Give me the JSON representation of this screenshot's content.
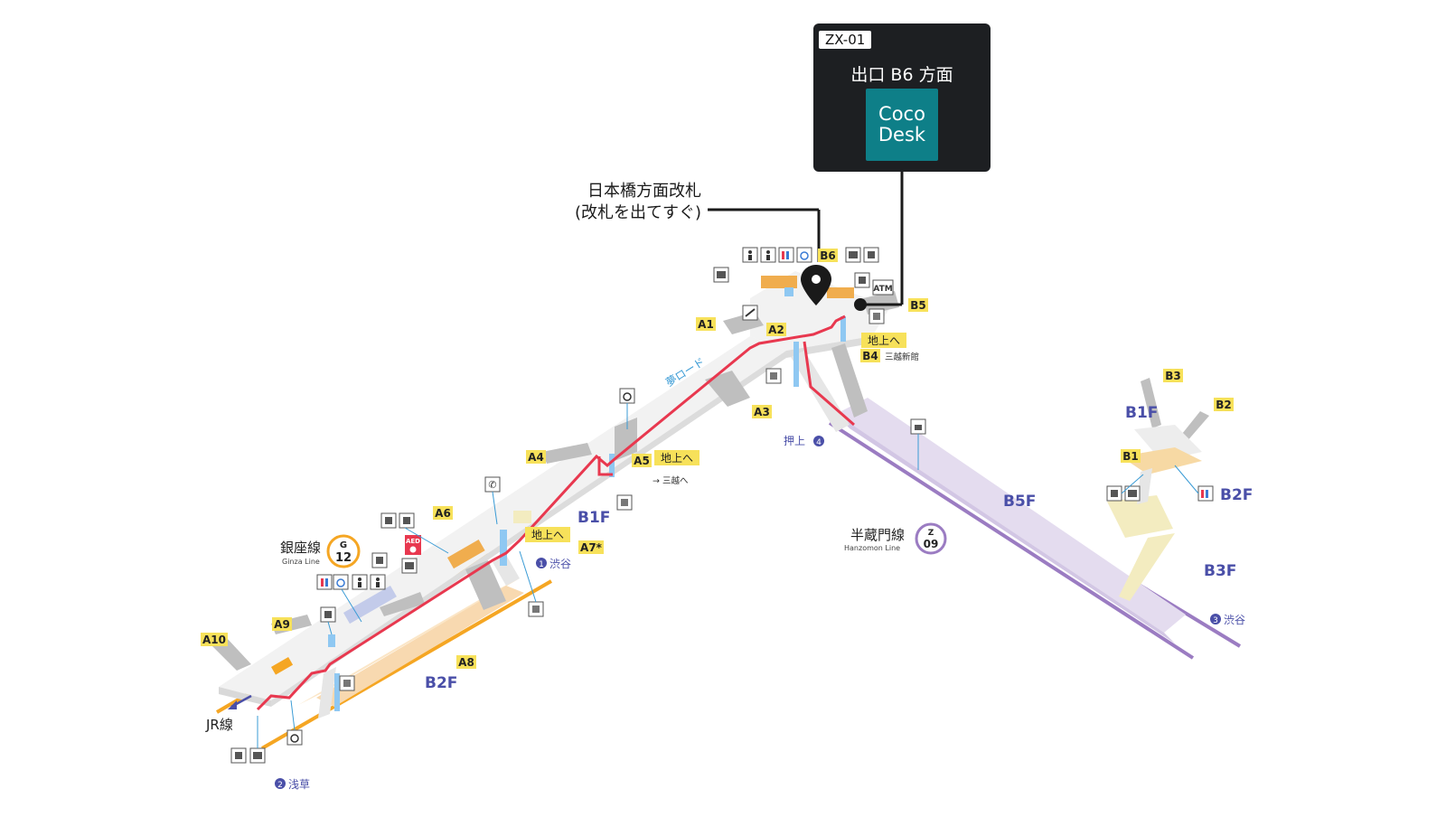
{
  "callout": {
    "code": "ZX-01",
    "direction": "出口 B6 方面",
    "brand_line1": "Coco",
    "brand_line2": "Desk"
  },
  "gate_label": {
    "line1": "日本橋方面改札",
    "line2": "(改札を出てすぐ)"
  },
  "exits": [
    "A1",
    "A2",
    "A3",
    "A4",
    "A5",
    "A6",
    "A7*",
    "A8",
    "A9",
    "A10",
    "B1",
    "B2",
    "B3",
    "B4",
    "B5",
    "B6"
  ],
  "floors": {
    "b1f_main": "B1F",
    "b2f_main": "B2F",
    "b5f": "B5F",
    "b1f_right": "B1F",
    "b2f_right": "B2F",
    "b3f_right": "B3F"
  },
  "ground_labels": [
    "地上へ",
    "地上へ",
    "地上へ"
  ],
  "b4_note": "三越新館",
  "mitsukoshi_note": "→ 三越へ",
  "yume_road": "夢ロード",
  "jr": "JR線",
  "lines": {
    "ginza_name": "銀座線",
    "ginza_en": "Ginza Line",
    "ginza_letter": "G",
    "ginza_num": "12",
    "hanzomon_name": "半蔵門線",
    "hanzomon_en": "Hanzomon Line",
    "hanzomon_letter": "Z",
    "hanzomon_num": "09"
  },
  "directions": {
    "shibuya_1": "渋谷",
    "asakusa_2": "浅草",
    "shibuya_3": "渋谷",
    "oshiage_4": "押上"
  },
  "atm": "ATM",
  "aed": "AED",
  "colors": {
    "route_red": "#e8384f",
    "ginza_orange": "#f5a623",
    "hanzomon_purple": "#9b7cc2",
    "exit_yellow": "#f7e15a",
    "platform_b2f": "#fbe6c7",
    "platform_b5f": "#e4dcef",
    "callout_bg": "#1d1f22",
    "brand_teal": "#0e7f88",
    "floor_label": "#4a4fa8"
  }
}
